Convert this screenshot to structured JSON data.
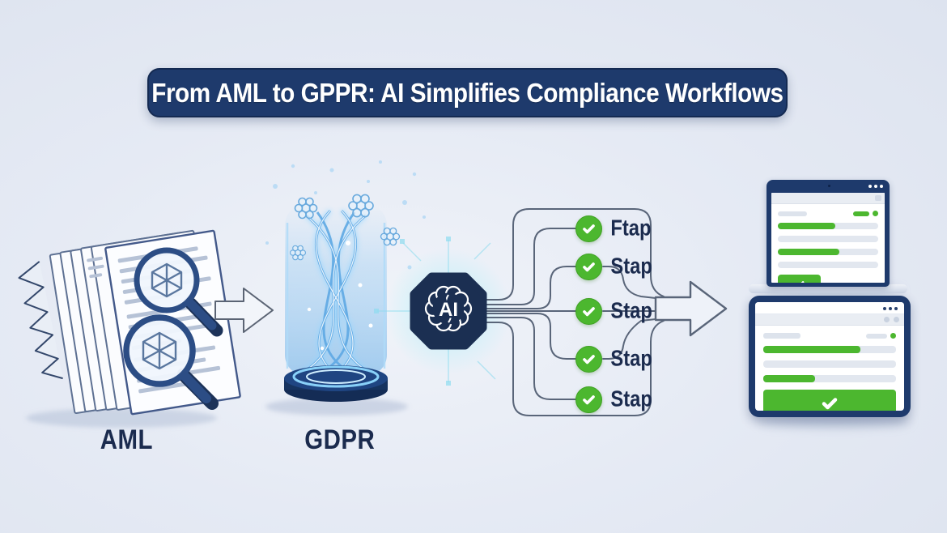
{
  "banner": {
    "title": "From AML to GPPR: AI Simplifies Compliance Workflows"
  },
  "stages": {
    "aml": {
      "label": "AML"
    },
    "gdpr": {
      "label": "GDPR"
    },
    "ai_chip": {
      "label": "AI"
    }
  },
  "checklist": {
    "items": [
      {
        "label": "Ftap",
        "checked": true
      },
      {
        "label": "Stap",
        "checked": true
      },
      {
        "label": "Stap",
        "checked": true
      },
      {
        "label": "Stap",
        "checked": true
      },
      {
        "label": "Stap",
        "checked": true
      }
    ]
  },
  "devices": {
    "laptop": {
      "rows": [
        {
          "type": "header",
          "status": "green"
        },
        {
          "type": "progress",
          "percent": 57
        },
        {
          "type": "track"
        },
        {
          "type": "progress",
          "percent": 61
        },
        {
          "type": "track"
        },
        {
          "type": "button",
          "width_percent": 43
        }
      ]
    },
    "tablet": {
      "rows": [
        {
          "type": "header",
          "status": "gray"
        },
        {
          "type": "progress",
          "percent": 73
        },
        {
          "type": "track"
        },
        {
          "type": "progress",
          "percent": 39
        },
        {
          "type": "button",
          "width_percent": 100
        }
      ]
    }
  },
  "colors": {
    "accent_green": "#4cb72f",
    "banner_navy": "#1e3a6c",
    "chip_navy": "#1b2f52",
    "label_navy": "#1b2b4e",
    "connector_gray": "#596579",
    "hologram_blue": "#7cc0f0"
  }
}
